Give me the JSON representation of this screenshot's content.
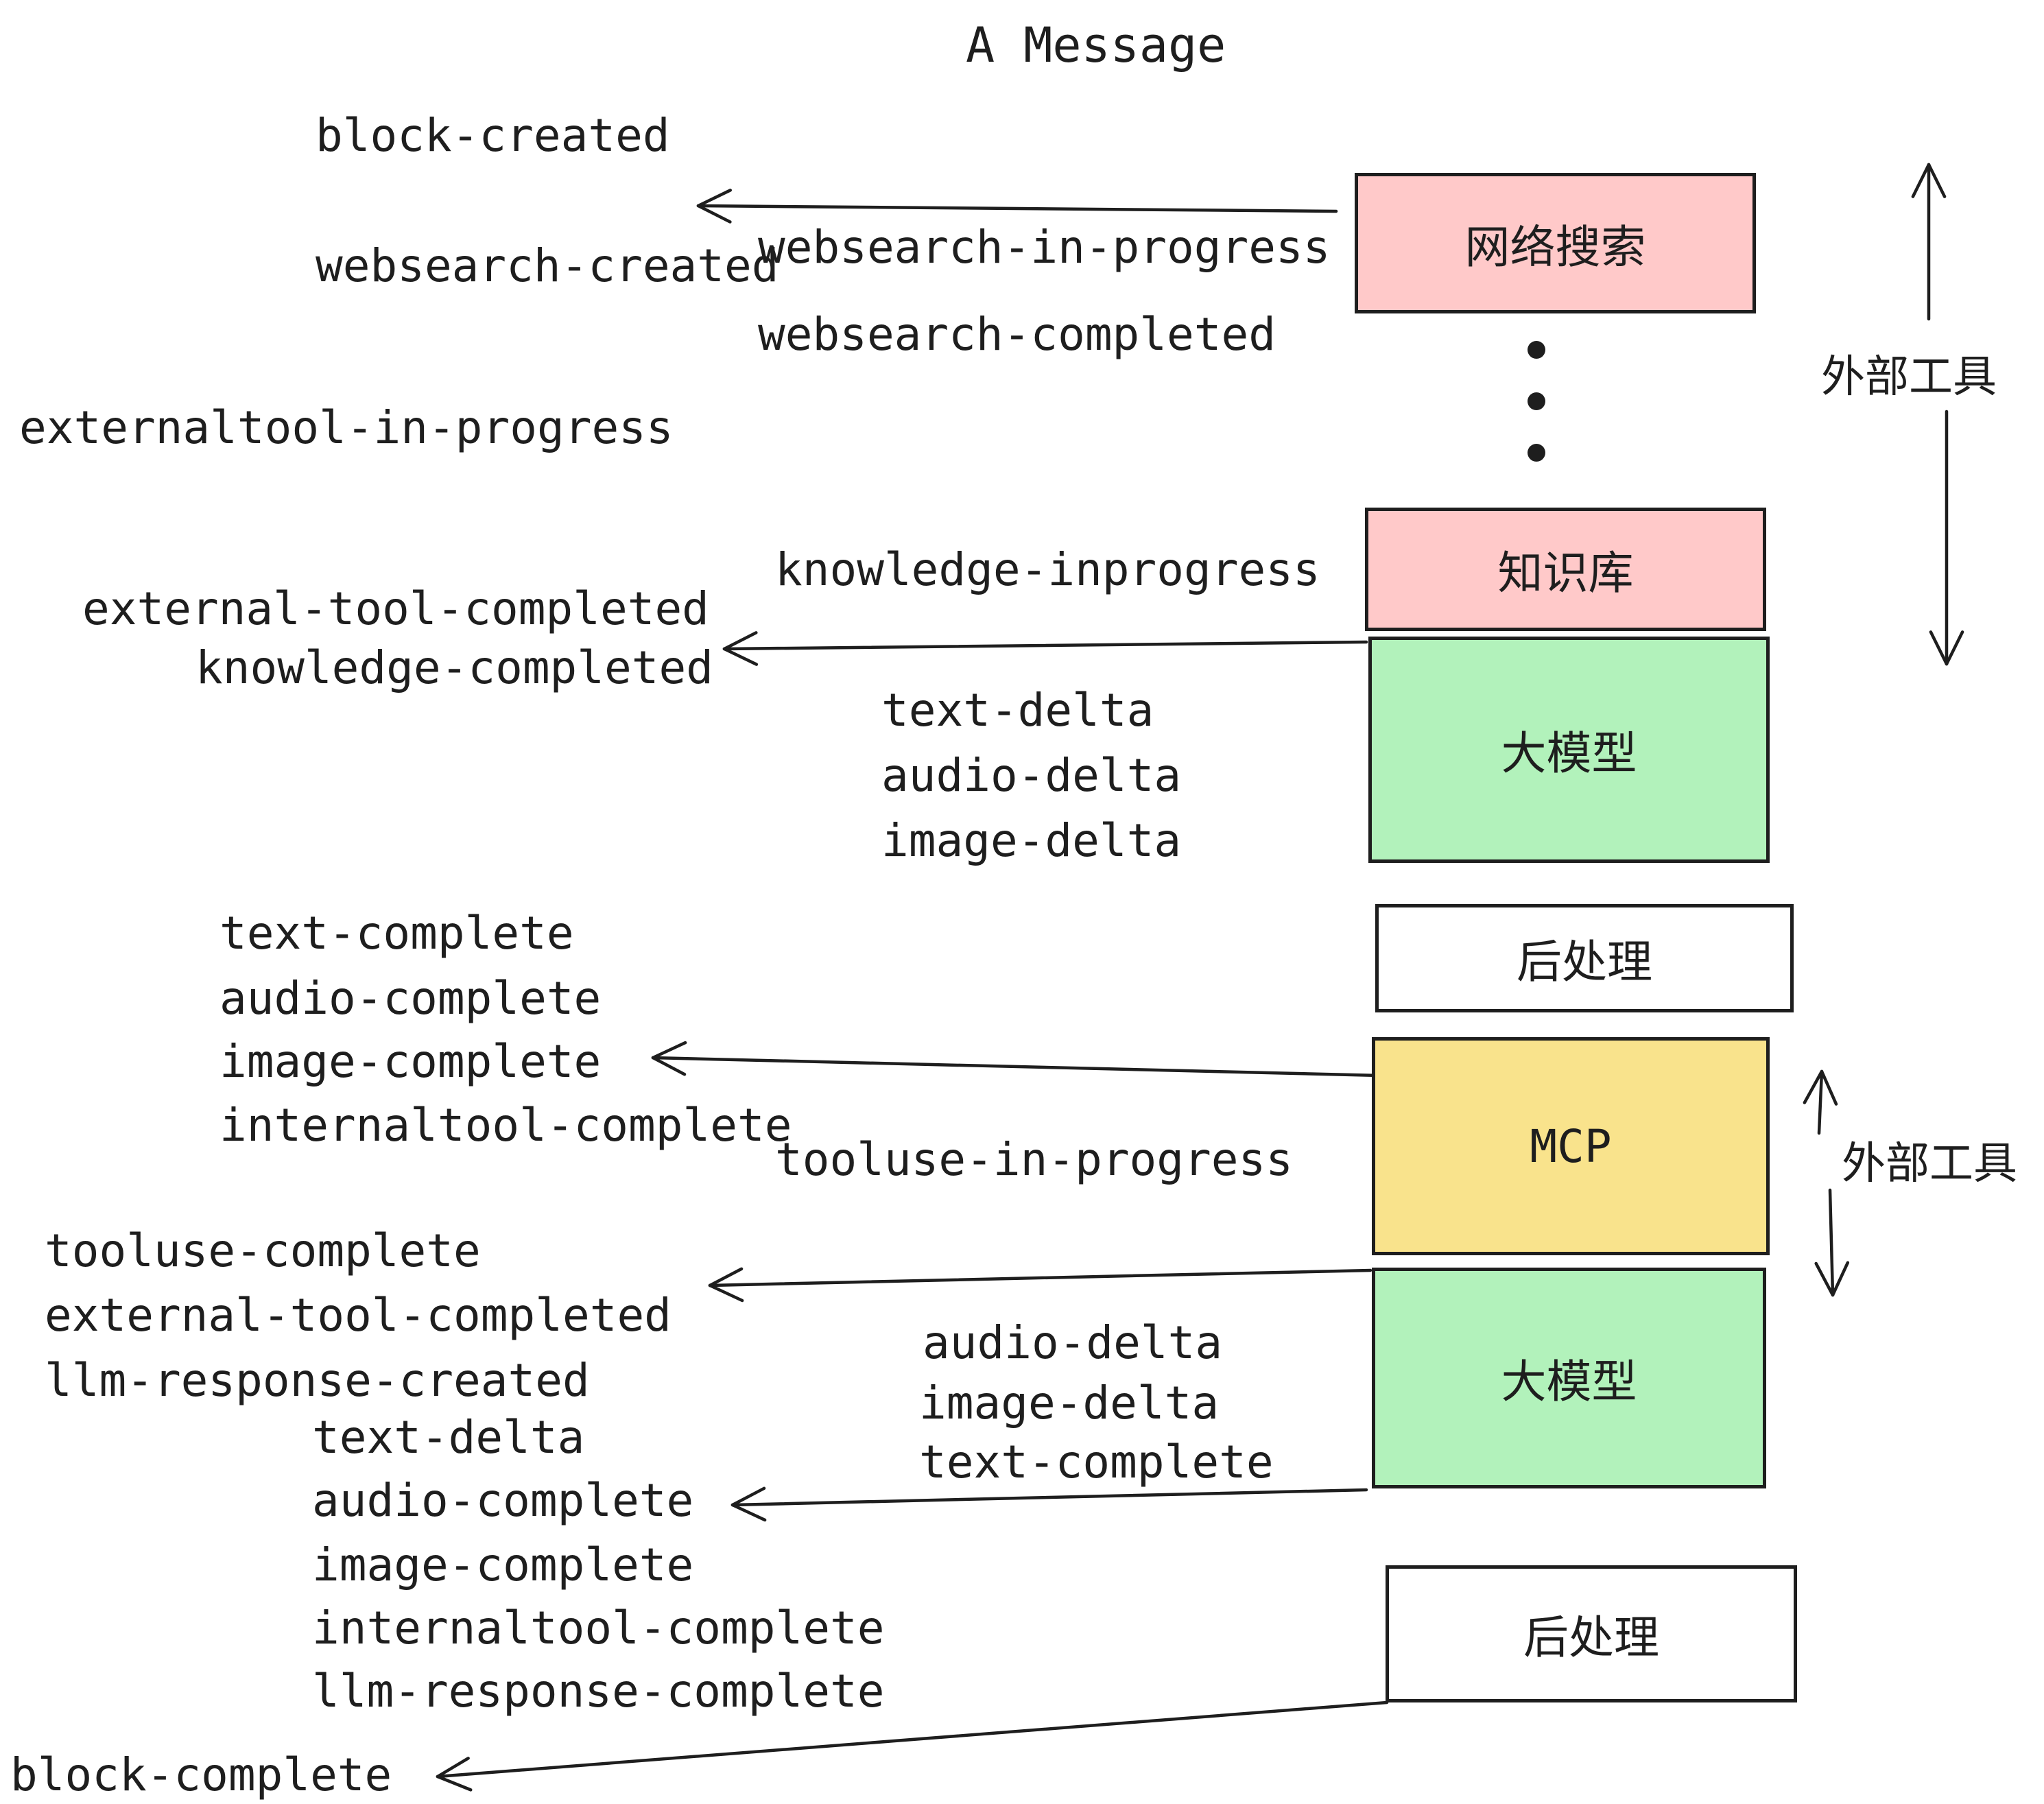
{
  "title": "A Message",
  "colors": {
    "ink": "#1e1e1e",
    "pink": "#ffc9c9",
    "green": "#b2f2bb",
    "yellow": "#f9e38c",
    "white": "#ffffff"
  },
  "boxes": [
    {
      "id": "box-websearch",
      "label": "网络搜索",
      "fill": "#ffc9c9"
    },
    {
      "id": "box-knowledge-base",
      "label": "知识库",
      "fill": "#ffc9c9"
    },
    {
      "id": "box-llm-1",
      "label": "大模型",
      "fill": "#b2f2bb"
    },
    {
      "id": "box-postprocess-1",
      "label": "后处理",
      "fill": "#ffffff"
    },
    {
      "id": "box-mcp",
      "label": "MCP",
      "fill": "#f9e38c"
    },
    {
      "id": "box-llm-2",
      "label": "大模型",
      "fill": "#b2f2bb"
    },
    {
      "id": "box-postprocess-2",
      "label": "后处理",
      "fill": "#ffffff"
    }
  ],
  "events": [
    {
      "id": "event-block-created",
      "text": "block-created"
    },
    {
      "id": "event-websearch-created",
      "text": "websearch-created"
    },
    {
      "id": "event-websearch-in-progress",
      "text": "websearch-in-progress"
    },
    {
      "id": "event-websearch-completed",
      "text": "websearch-completed"
    },
    {
      "id": "event-externaltool-in-progress",
      "text": "externaltool-in-progress"
    },
    {
      "id": "event-knowledge-inprogress",
      "text": "knowledge-inprogress"
    },
    {
      "id": "event-external-tool-completed-1",
      "text": "external-tool-completed"
    },
    {
      "id": "event-knowledge-completed",
      "text": "knowledge-completed"
    },
    {
      "id": "event-text-delta-1",
      "text": "text-delta"
    },
    {
      "id": "event-audio-delta-1",
      "text": "audio-delta"
    },
    {
      "id": "event-image-delta-1",
      "text": "image-delta"
    },
    {
      "id": "event-text-complete-1",
      "text": "text-complete"
    },
    {
      "id": "event-audio-complete-1",
      "text": "audio-complete"
    },
    {
      "id": "event-image-complete-1",
      "text": "image-complete"
    },
    {
      "id": "event-internaltool-complete-1",
      "text": "internaltool-complete"
    },
    {
      "id": "event-tooluse-in-progress",
      "text": "tooluse-in-progress"
    },
    {
      "id": "event-tooluse-complete",
      "text": "tooluse-complete"
    },
    {
      "id": "event-external-tool-completed-2",
      "text": "external-tool-completed"
    },
    {
      "id": "event-llm-response-created",
      "text": "llm-response-created"
    },
    {
      "id": "event-text-delta-2",
      "text": "text-delta"
    },
    {
      "id": "event-audio-delta-2",
      "text": "audio-delta"
    },
    {
      "id": "event-image-delta-2",
      "text": "image-delta"
    },
    {
      "id": "event-text-complete-2",
      "text": "text-complete"
    },
    {
      "id": "event-audio-complete-2",
      "text": "audio-complete"
    },
    {
      "id": "event-image-complete-2",
      "text": "image-complete"
    },
    {
      "id": "event-internaltool-complete-2",
      "text": "internaltool-complete"
    },
    {
      "id": "event-llm-response-complete",
      "text": "llm-response-complete"
    },
    {
      "id": "event-block-complete",
      "text": "block-complete"
    }
  ],
  "annotations": [
    {
      "id": "external-tools-label-1",
      "text": "外部工具"
    },
    {
      "id": "external-tools-label-2",
      "text": "外部工具"
    }
  ]
}
